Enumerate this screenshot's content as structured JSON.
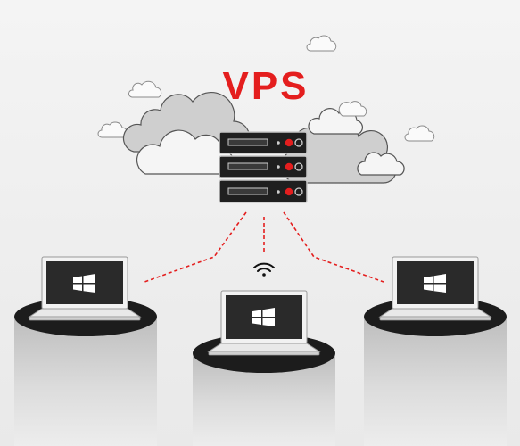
{
  "title": "VPS",
  "colors": {
    "accent": "#e41e1e",
    "background": "#ededed",
    "cloud_light": "#f5f5f5",
    "cloud_dark": "#cfcfcf",
    "server_body": "#1f1f1f",
    "laptop_screen": "#2a2a2a",
    "pedestal_top": "#1c1c1c"
  },
  "icons": {
    "server": "server-rack-icon",
    "os_logo": "windows-logo-icon",
    "wireless": "wifi-icon",
    "cloud": "cloud-icon"
  },
  "diagram": {
    "center_node": "server",
    "clients": [
      {
        "id": "left-laptop",
        "link": "dashed"
      },
      {
        "id": "center-laptop",
        "link": "wireless"
      },
      {
        "id": "right-laptop",
        "link": "dashed"
      }
    ]
  }
}
